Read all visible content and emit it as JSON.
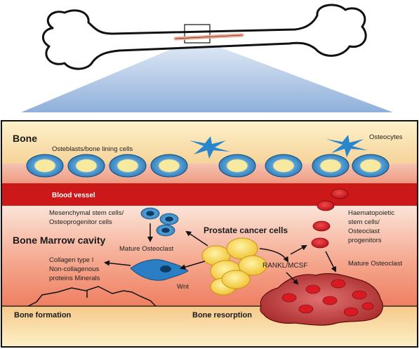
{
  "labels": {
    "bone": "Bone",
    "osteoblasts": "Osteblasts/bone lining cells",
    "osteocytes": "Osteocytes",
    "blood_vessel": "Blood vessel",
    "msc_line1": "Mesenchymal stem cells/",
    "msc_line2": "Osteoprogenitor cells",
    "prostate": "Prostate cancer cells",
    "marrow": "Bone Marrow cavity",
    "mature_osteoclast_left": "Mature Osteoclast",
    "collagen_line1": "Collagen type I",
    "collagen_line2": "Non-collagenous",
    "collagen_line3": "proteins Minerals",
    "wnt": "Wnt",
    "rankl": "RANKL/MCSF",
    "hsc_line1": "Haematopoietic",
    "hsc_line2": "stem cells/",
    "hsc_line3": "Osteoclast",
    "hsc_line4": "progenitors",
    "mature_osteoclast_right": "Mature Osteoclast",
    "bone_formation": "Bone formation",
    "bone_resorption": "Bone resorption"
  },
  "colors": {
    "bone_band": "#fbe9c0",
    "vessel": "#cc1818",
    "marrow_top": "#f9d7c8",
    "marrow_bottom": "#f08a6c",
    "blue_cell": "#2f86c8",
    "cancer_cell": "#f6d03a",
    "red_cell": "#d41a22"
  }
}
